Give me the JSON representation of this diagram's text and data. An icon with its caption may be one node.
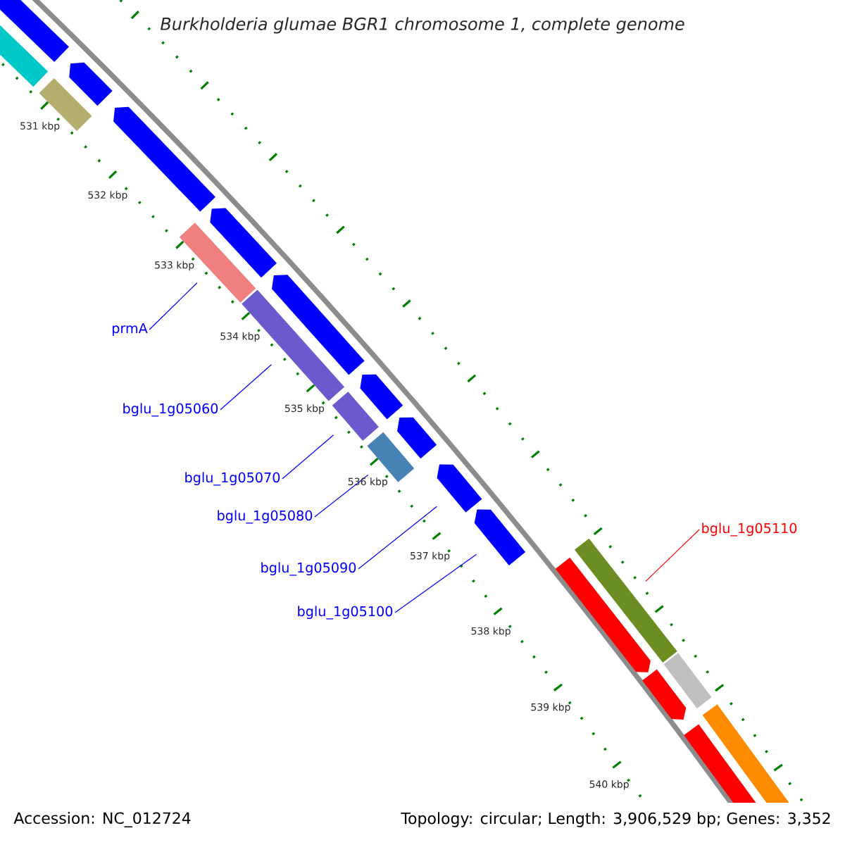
{
  "diagram": {
    "title": "Burkholderia glumae BGR1 chromosome 1, complete genome",
    "nodes": [
      {
        "text": [
          "prmA"
        ]
      },
      {
        "text": [
          "bglu_1g05060"
        ]
      },
      {
        "text": [
          "bglu_1g05070"
        ]
      },
      {
        "text": [
          "bglu_1g05080"
        ]
      },
      {
        "text": [
          "bglu_1g05110"
        ]
      },
      {
        "text": [
          "bglu_1g05090"
        ]
      },
      {
        "text": [
          "bglu_1g05100"
        ]
      },
      {
        "text": [],
        "shape": "pentagon"
      },
      {
        "text": [],
        "shape": "bar"
      },
      {
        "text": [],
        "shape": "pentagon"
      },
      {
        "text": [],
        "shape": "bar"
      },
      {
        "text": [],
        "shape": "pentagon"
      },
      {
        "text": [],
        "shape": "bar"
      },
      {
        "text": [],
        "shape": "pentagon"
      },
      {
        "text": [],
        "shape": "bar"
      },
      {
        "text": [],
        "shape": "pentagon"
      },
      {
        "text": [],
        "shape": "bar"
      },
      {
        "text": [],
        "shape": "pentagon"
      },
      {
        "text": [],
        "shape": "bar"
      },
      {
        "text": [],
        "shape": "pentagon"
      },
      {
        "text": [],
        "shape": "pentagon"
      },
      {
        "text": [],
        "shape": "pentagon"
      },
      {
        "text": [],
        "shape": "bar"
      },
      {
        "text": [],
        "shape": "pentagon"
      },
      {
        "text": [],
        "shape": "bar"
      },
      {
        "text": [],
        "shape": "pentagon"
      },
      {
        "text": [],
        "shape": "bar"
      },
      {
        "text": [],
        "shape": "pentagon"
      }
    ],
    "edges": [
      {
        "from": 0,
        "to": 12,
        "arrow": "none"
      },
      {
        "from": 1,
        "to": 14,
        "arrow": "none"
      },
      {
        "from": 2,
        "to": 16,
        "arrow": "none"
      },
      {
        "from": 3,
        "to": 18,
        "arrow": "none"
      },
      {
        "from": 4,
        "to": 22,
        "arrow": "none",
        "color": "#ff0000"
      },
      {
        "from": 5,
        "to": 20,
        "arrow": "none"
      },
      {
        "from": 6,
        "to": 21,
        "arrow": "none"
      }
    ],
    "labels": [
      "531 kbp",
      "532 kbp",
      "533 kbp",
      "534 kbp",
      "535 kbp",
      "536 kbp",
      "537 kbp",
      "538 kbp",
      "539 kbp",
      "540 kbp",
      "Accession: NC_012724",
      "Topology: circular; Length: 3,906,529 bp; Genes: 3,352"
    ]
  }
}
